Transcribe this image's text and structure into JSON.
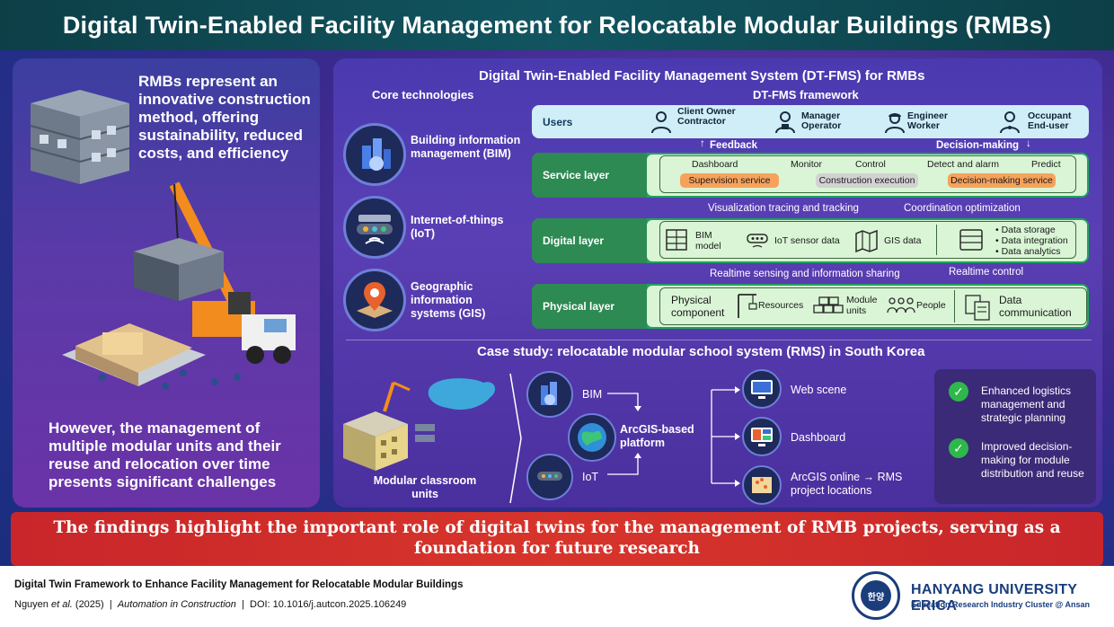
{
  "title": "Digital Twin-Enabled Facility Management for Relocatable Modular Buildings (RMBs)",
  "left": {
    "top_text": "RMBs represent an innovative construction method, offering sustainability, reduced costs, and efficiency",
    "bottom_text": "However, the management of multiple modular units and their reuse and relocation over time presents significant challenges"
  },
  "system": {
    "title": "Digital Twin-Enabled Facility Management System (DT-FMS) for RMBs",
    "core_label": "Core technologies",
    "framework_label": "DT-FMS framework",
    "technologies": [
      {
        "label": "Building information management (BIM)"
      },
      {
        "label": "Internet-of-things (IoT)"
      },
      {
        "label": "Geographic information systems (GIS)"
      }
    ],
    "users": {
      "label": "Users",
      "groups": [
        "Client Owner Contractor",
        "Manager Operator",
        "Engineer Worker",
        "Occupant End-user"
      ]
    },
    "feedback": "Feedback",
    "decision_making": "Decision-making",
    "service": {
      "label": "Service layer",
      "items": [
        "Dashboard",
        "Monitor",
        "Control",
        "Detect and alarm",
        "Predict"
      ],
      "services": [
        "Supervision service",
        "Construction execution",
        "Decision-making service"
      ]
    },
    "conn1_left": "Visualization tracing and tracking",
    "conn1_right": "Coordination optimization",
    "digital": {
      "label": "Digital layer",
      "items": [
        "BIM model",
        "IoT sensor data",
        "GIS data"
      ],
      "data_ops": [
        "Data storage",
        "Data integration",
        "Data analytics"
      ]
    },
    "conn2_left": "Realtime sensing and information sharing",
    "conn2_right": "Realtime control",
    "physical": {
      "label": "Physical layer",
      "items": [
        "Physical component",
        "Resources",
        "Module units",
        "People",
        "Data communication"
      ]
    }
  },
  "case": {
    "title": "Case study: relocatable modular school system (RMS) in South Korea",
    "classroom_label": "Modular classroom units",
    "bim": "BIM",
    "iot": "IoT",
    "platform": "ArcGIS-based platform",
    "outputs": [
      "Web scene",
      "Dashboard",
      "ArcGIS online → RMS project locations"
    ],
    "outcomes": [
      "Enhanced logistics management and strategic planning",
      "Improved decision-making for module distribution and reuse"
    ]
  },
  "findings": "The findings highlight the important role of digital twins for the management of RMB projects, serving as a foundation for future research",
  "footer": {
    "paper_title": "Digital Twin Framework to Enhance Facility Management for Relocatable Modular Buildings",
    "authors": "Nguyen",
    "et_al": "et al.",
    "year": "(2025)",
    "journal": "Automation in Construction",
    "doi": "DOI: 10.1016/j.autcon.2025.106249",
    "university": "HANYANG UNIVERSITY ERICA",
    "university_sub": "Education Research Industry Cluster @ Ansan",
    "seal_text": "한양"
  },
  "colors": {
    "title_bg": "#0d3f47",
    "layer_green": "#1ea55b",
    "layer_inner": "#d9f5d5",
    "users_row": "#cfeef7",
    "findings_red": "#c8262a",
    "pill_orange": "#f6a25c",
    "pill_gray": "#d2d2d2",
    "check_green": "#2eb84b"
  }
}
